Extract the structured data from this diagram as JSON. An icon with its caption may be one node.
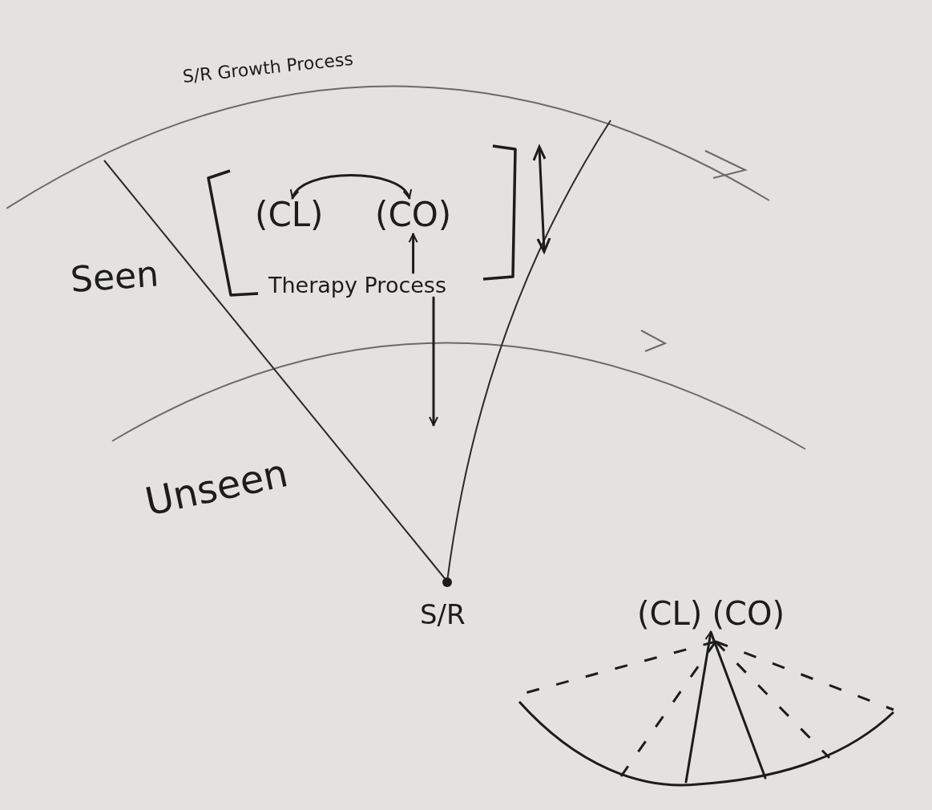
{
  "diagram": {
    "nodes": [
      {
        "text": [
          "(CL)"
        ]
      },
      {
        "text": [
          "(CO)"
        ]
      },
      {
        "text": [
          "Therapy Process"
        ]
      },
      {
        "text": [
          "(CL)",
          "(CO)"
        ]
      }
    ],
    "edges": [
      {
        "from": 0,
        "to": 1,
        "arrow": "both"
      },
      {
        "from": 2,
        "to": 1,
        "arrow": "to"
      },
      {
        "from": 2,
        "to": null,
        "arrow": "to"
      },
      {
        "from": null,
        "to": 3,
        "arrow": "to"
      }
    ],
    "labels": [
      "S/R Growth Process",
      "Seen",
      "Unseen",
      "S/R"
    ]
  }
}
